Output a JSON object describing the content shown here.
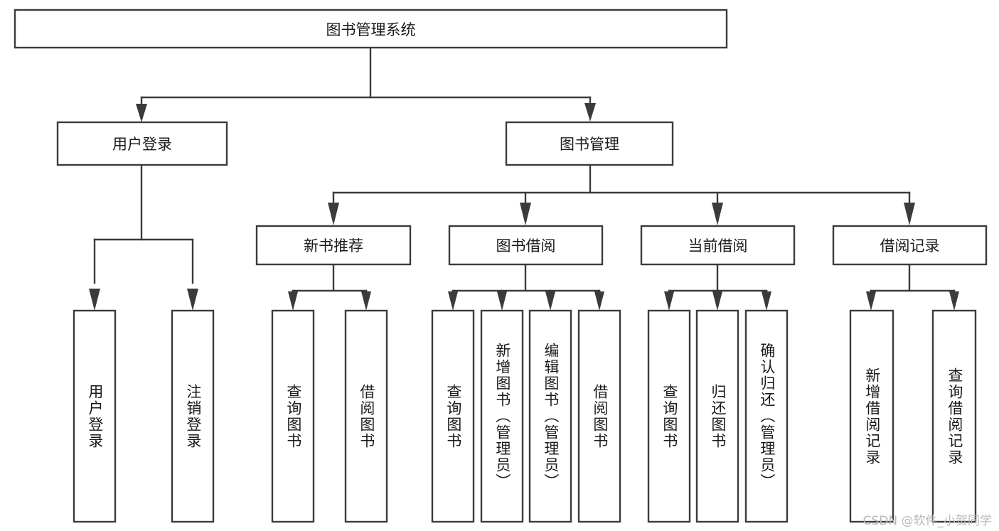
{
  "diagram": {
    "type": "tree",
    "title": "图书管理系统",
    "watermark": "CSDN @软件_小贺同学",
    "colors": {
      "stroke": "#3b3b3b",
      "fill": "#ffffff",
      "text": "#1b1b1b",
      "watermark": "#b9b9b9",
      "background": "#ffffff"
    },
    "levels": {
      "root": "图书管理系统",
      "level2": [
        "用户登录",
        "图书管理"
      ],
      "level3": [
        "新书推荐",
        "图书借阅",
        "当前借阅",
        "借阅记录"
      ]
    },
    "nodes": {
      "root": {
        "label": "图书管理系统"
      },
      "user_login": {
        "label": "用户登录"
      },
      "book_manage": {
        "label": "图书管理"
      },
      "new_book_rec": {
        "label": "新书推荐"
      },
      "book_borrow": {
        "label": "图书借阅"
      },
      "current_borrow": {
        "label": "当前借阅"
      },
      "borrow_record": {
        "label": "借阅记录"
      },
      "leaf_1": {
        "label": "用户登录"
      },
      "leaf_2": {
        "label": "注销登录"
      },
      "leaf_3": {
        "label": "查询图书"
      },
      "leaf_4": {
        "label": "借阅图书"
      },
      "leaf_5": {
        "label": "查询图书"
      },
      "leaf_6": {
        "label": "新增图书（管理员）"
      },
      "leaf_7": {
        "label": "编辑图书（管理员）"
      },
      "leaf_8": {
        "label": "借阅图书"
      },
      "leaf_9": {
        "label": "查询图书"
      },
      "leaf_10": {
        "label": "归还图书"
      },
      "leaf_11": {
        "label": "确认归还（管理员）"
      },
      "leaf_12": {
        "label": "新增借阅记录"
      },
      "leaf_13": {
        "label": "查询借阅记录"
      }
    },
    "edges": [
      {
        "from": "root",
        "to": "user_login"
      },
      {
        "from": "root",
        "to": "book_manage"
      },
      {
        "from": "user_login",
        "to": "leaf_1"
      },
      {
        "from": "user_login",
        "to": "leaf_2"
      },
      {
        "from": "book_manage",
        "to": "new_book_rec"
      },
      {
        "from": "book_manage",
        "to": "book_borrow"
      },
      {
        "from": "book_manage",
        "to": "current_borrow"
      },
      {
        "from": "book_manage",
        "to": "borrow_record"
      },
      {
        "from": "new_book_rec",
        "to": "leaf_3"
      },
      {
        "from": "new_book_rec",
        "to": "leaf_4"
      },
      {
        "from": "book_borrow",
        "to": "leaf_5"
      },
      {
        "from": "book_borrow",
        "to": "leaf_6"
      },
      {
        "from": "book_borrow",
        "to": "leaf_7"
      },
      {
        "from": "book_borrow",
        "to": "leaf_8"
      },
      {
        "from": "current_borrow",
        "to": "leaf_9"
      },
      {
        "from": "current_borrow",
        "to": "leaf_10"
      },
      {
        "from": "current_borrow",
        "to": "leaf_11"
      },
      {
        "from": "borrow_record",
        "to": "leaf_12"
      },
      {
        "from": "borrow_record",
        "to": "leaf_13"
      }
    ]
  }
}
